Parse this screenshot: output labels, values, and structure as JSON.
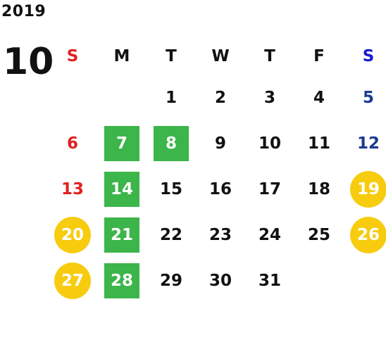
{
  "calendar": {
    "year": "2019",
    "month": "10",
    "weekdays": [
      "S",
      "M",
      "T",
      "W",
      "T",
      "F",
      "S"
    ],
    "weeks": [
      [
        {
          "day": "",
          "type": "blank"
        },
        {
          "day": "",
          "type": "blank"
        },
        {
          "day": "1",
          "type": "normal"
        },
        {
          "day": "2",
          "type": "normal"
        },
        {
          "day": "3",
          "type": "normal"
        },
        {
          "day": "4",
          "type": "normal"
        },
        {
          "day": "5",
          "type": "saturday"
        }
      ],
      [
        {
          "day": "6",
          "type": "sunday"
        },
        {
          "day": "7",
          "type": "green"
        },
        {
          "day": "8",
          "type": "green"
        },
        {
          "day": "9",
          "type": "normal"
        },
        {
          "day": "10",
          "type": "normal"
        },
        {
          "day": "11",
          "type": "normal"
        },
        {
          "day": "12",
          "type": "saturday"
        }
      ],
      [
        {
          "day": "13",
          "type": "sunday"
        },
        {
          "day": "14",
          "type": "green"
        },
        {
          "day": "15",
          "type": "normal"
        },
        {
          "day": "16",
          "type": "normal"
        },
        {
          "day": "17",
          "type": "normal"
        },
        {
          "day": "18",
          "type": "normal"
        },
        {
          "day": "19",
          "type": "yellow"
        }
      ],
      [
        {
          "day": "20",
          "type": "yellow"
        },
        {
          "day": "21",
          "type": "green"
        },
        {
          "day": "22",
          "type": "normal"
        },
        {
          "day": "23",
          "type": "normal"
        },
        {
          "day": "24",
          "type": "normal"
        },
        {
          "day": "25",
          "type": "normal"
        },
        {
          "day": "26",
          "type": "yellow"
        }
      ],
      [
        {
          "day": "27",
          "type": "yellow"
        },
        {
          "day": "28",
          "type": "green"
        },
        {
          "day": "29",
          "type": "normal"
        },
        {
          "day": "30",
          "type": "normal"
        },
        {
          "day": "31",
          "type": "normal"
        },
        {
          "day": "",
          "type": "blank"
        },
        {
          "day": "",
          "type": "blank"
        }
      ]
    ]
  },
  "colors": {
    "green_highlight": "#3cb54a",
    "yellow_highlight": "#f7cc0f",
    "sunday": "#e02020",
    "saturday": "#1a3c8f",
    "saturday_header": "#1a1ad0"
  }
}
